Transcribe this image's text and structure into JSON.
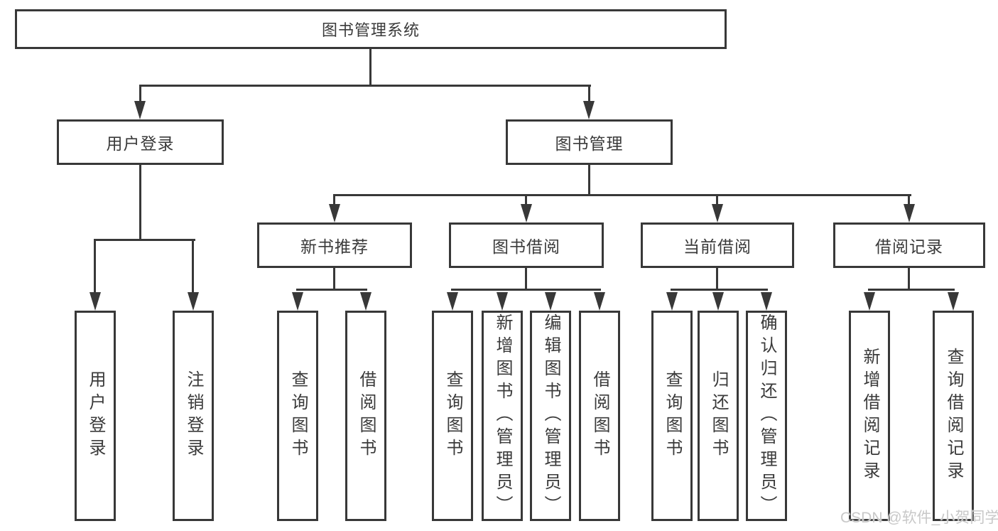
{
  "tree": {
    "root": "图书管理系统",
    "branches": [
      {
        "label": "用户登录",
        "children": [
          "用户登录",
          "注销登录"
        ]
      },
      {
        "label": "图书管理",
        "groups": [
          {
            "label": "新书推荐",
            "children": [
              "查询图书",
              "借阅图书"
            ]
          },
          {
            "label": "图书借阅",
            "children": [
              "查询图书",
              "新增图书（管理员）",
              "编辑图书（管理员）",
              "借阅图书"
            ]
          },
          {
            "label": "当前借阅",
            "children": [
              "查询图书",
              "归还图书",
              "确认归还（管理员）"
            ]
          },
          {
            "label": "借阅记录",
            "children": [
              "新增借阅记录",
              "查询借阅记录"
            ]
          }
        ]
      }
    ]
  },
  "watermark": "CSDN @软件_小贺同学",
  "colors": {
    "line": "#383838",
    "text": "#3a3a3a",
    "watermark": "#c8c8c8",
    "background": "#ffffff"
  }
}
